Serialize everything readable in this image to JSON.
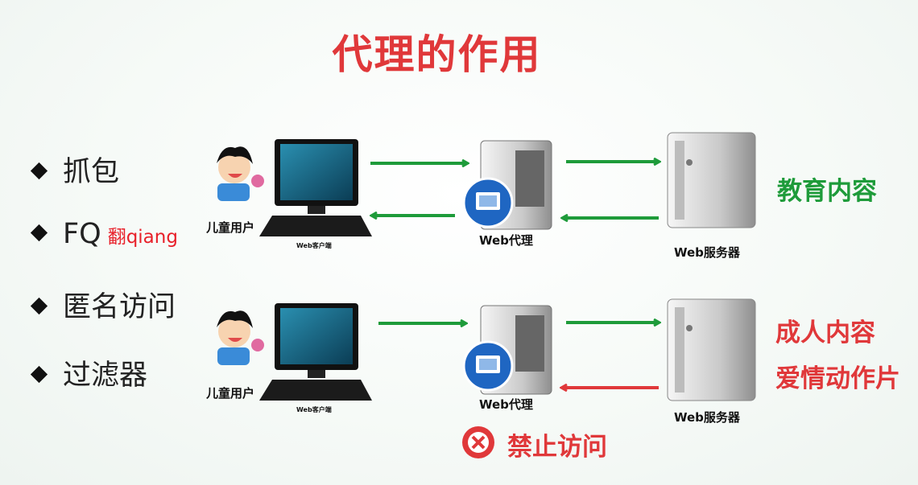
{
  "title": "代理的作用",
  "bullets": [
    "抓包",
    "FQ",
    "匿名访问",
    "过滤器"
  ],
  "bullet_note": "翻qiang",
  "top_row": {
    "user_label": "儿童用户",
    "client_label": "Web客户端",
    "proxy_label": "Web代理",
    "server_label": "Web服务器",
    "content": "教育内容"
  },
  "bottom_row": {
    "user_label": "儿童用户",
    "client_label": "Web客户端",
    "proxy_label": "Web代理",
    "server_label": "Web服务器",
    "content_line1": "成人内容",
    "content_line2": "爱情动作片",
    "forbidden": "禁止访问"
  },
  "colors": {
    "title": "#e0383a",
    "allow_arrow": "#1e9b3a",
    "deny_arrow": "#e0383a"
  }
}
